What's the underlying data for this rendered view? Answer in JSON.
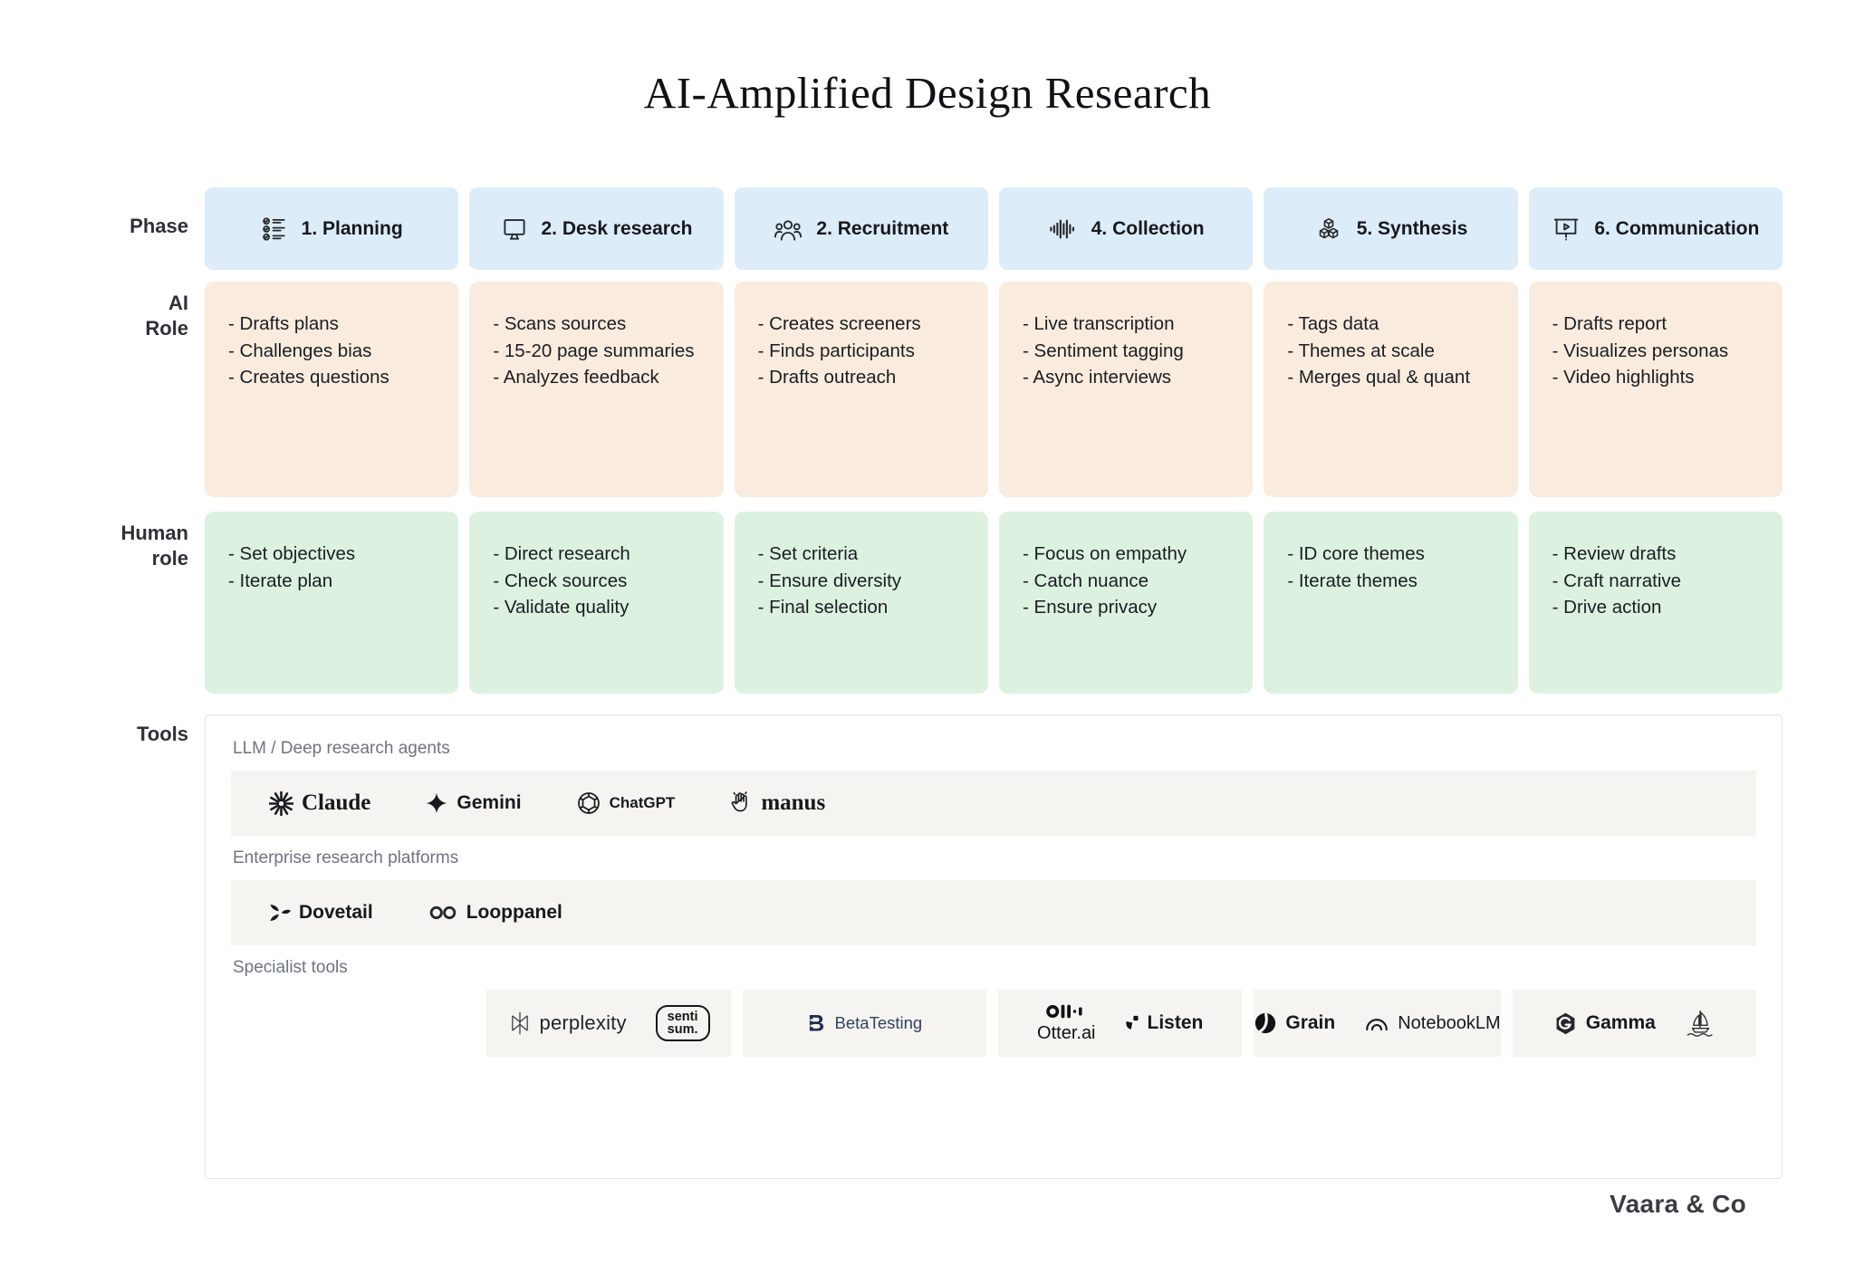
{
  "title": "AI-Amplified Design Research",
  "row_labels": {
    "phase": "Phase",
    "ai_role": "AI\nRole",
    "human_role": "Human\nrole",
    "tools": "Tools"
  },
  "columns": [
    {
      "phase": "1. Planning",
      "icon": "checklist-icon",
      "ai_role": [
        "- Drafts plans",
        "- Challenges bias",
        "- Creates questions"
      ],
      "human_role": [
        "- Set objectives",
        "- Iterate plan"
      ]
    },
    {
      "phase": "2. Desk research",
      "icon": "monitor-icon",
      "ai_role": [
        "- Scans sources",
        "- 15-20 page summaries",
        "- Analyzes feedback"
      ],
      "human_role": [
        "- Direct research",
        "- Check sources",
        "- Validate quality"
      ]
    },
    {
      "phase": "2. Recruitment",
      "icon": "people-icon",
      "ai_role": [
        "- Creates screeners",
        "- Finds participants",
        "- Drafts outreach"
      ],
      "human_role": [
        "- Set criteria",
        "- Ensure diversity",
        "- Final selection"
      ]
    },
    {
      "phase": "4. Collection",
      "icon": "waveform-icon",
      "ai_role": [
        "- Live transcription",
        "- Sentiment tagging",
        "- Async interviews"
      ],
      "human_role": [
        "- Focus on empathy",
        "- Catch nuance",
        "- Ensure privacy"
      ]
    },
    {
      "phase": "5. Synthesis",
      "icon": "cubes-icon",
      "ai_role": [
        "- Tags data",
        "- Themes at scale",
        "- Merges qual & quant"
      ],
      "human_role": [
        "- ID core themes",
        "- Iterate themes"
      ]
    },
    {
      "phase": "6. Communication",
      "icon": "presentation-icon",
      "ai_role": [
        "- Drafts report",
        "- Visualizes personas",
        "- Video highlights"
      ],
      "human_role": [
        "- Review drafts",
        "- Craft narrative",
        "- Drive action"
      ]
    }
  ],
  "tools": {
    "groups": [
      {
        "label": "LLM / Deep research agents",
        "items": [
          {
            "label": "Claude",
            "icon": "claude-icon",
            "style": "serif-lg"
          },
          {
            "label": "Gemini",
            "icon": "gemini-icon",
            "style": "sans-bold"
          },
          {
            "label": "ChatGPT",
            "icon": "chatgpt-icon",
            "style": "sans-bold-sm"
          },
          {
            "label": "manus",
            "icon": "manus-icon",
            "style": "serif-lg"
          }
        ]
      },
      {
        "label": "Enterprise research platforms",
        "items": [
          {
            "label": "Dovetail",
            "icon": "dovetail-icon",
            "style": "sans-bold"
          },
          {
            "label": "Looppanel",
            "icon": "looppanel-icon",
            "style": "sans-bold"
          }
        ]
      },
      {
        "label": "Specialist tools",
        "cells": [
          {
            "items": []
          },
          {
            "items": [
              {
                "label": "perplexity",
                "icon": "perplexity-icon",
                "style": "sans-light"
              },
              {
                "label": "senti sum.",
                "badge": true
              }
            ]
          },
          {
            "items": [
              {
                "label": "BetaTesting",
                "icon": "betatesting-icon",
                "style": "sans-navy"
              }
            ]
          },
          {
            "items": [
              {
                "label": "Otter.ai",
                "icon": "otter-icon",
                "caption": true
              },
              {
                "label": "Listen",
                "icon": "listen-icon",
                "style": "sans-semibold"
              }
            ]
          },
          {
            "items": [
              {
                "label": "Grain",
                "icon": "grain-icon",
                "style": "sans-semibold"
              },
              {
                "label": "NotebookLM",
                "icon": "notebooklm-icon",
                "style": "sans-medium"
              }
            ]
          },
          {
            "items": [
              {
                "label": "Gamma",
                "icon": "gamma-icon",
                "style": "sans-bold"
              },
              {
                "label": "",
                "icon": "sailboat-icon"
              }
            ]
          }
        ]
      }
    ]
  },
  "footer": {
    "brand": "Vaara & Co"
  },
  "colors": {
    "phase_header_bg": "#dcecf8",
    "ai_role_bg": "#f9ecdf",
    "human_role_bg": "#ddf1e1",
    "tool_strip_bg": "#f5f4f1",
    "tools_border": "#e3e3e0",
    "muted_label": "#6e7480",
    "text": "#17191d"
  }
}
